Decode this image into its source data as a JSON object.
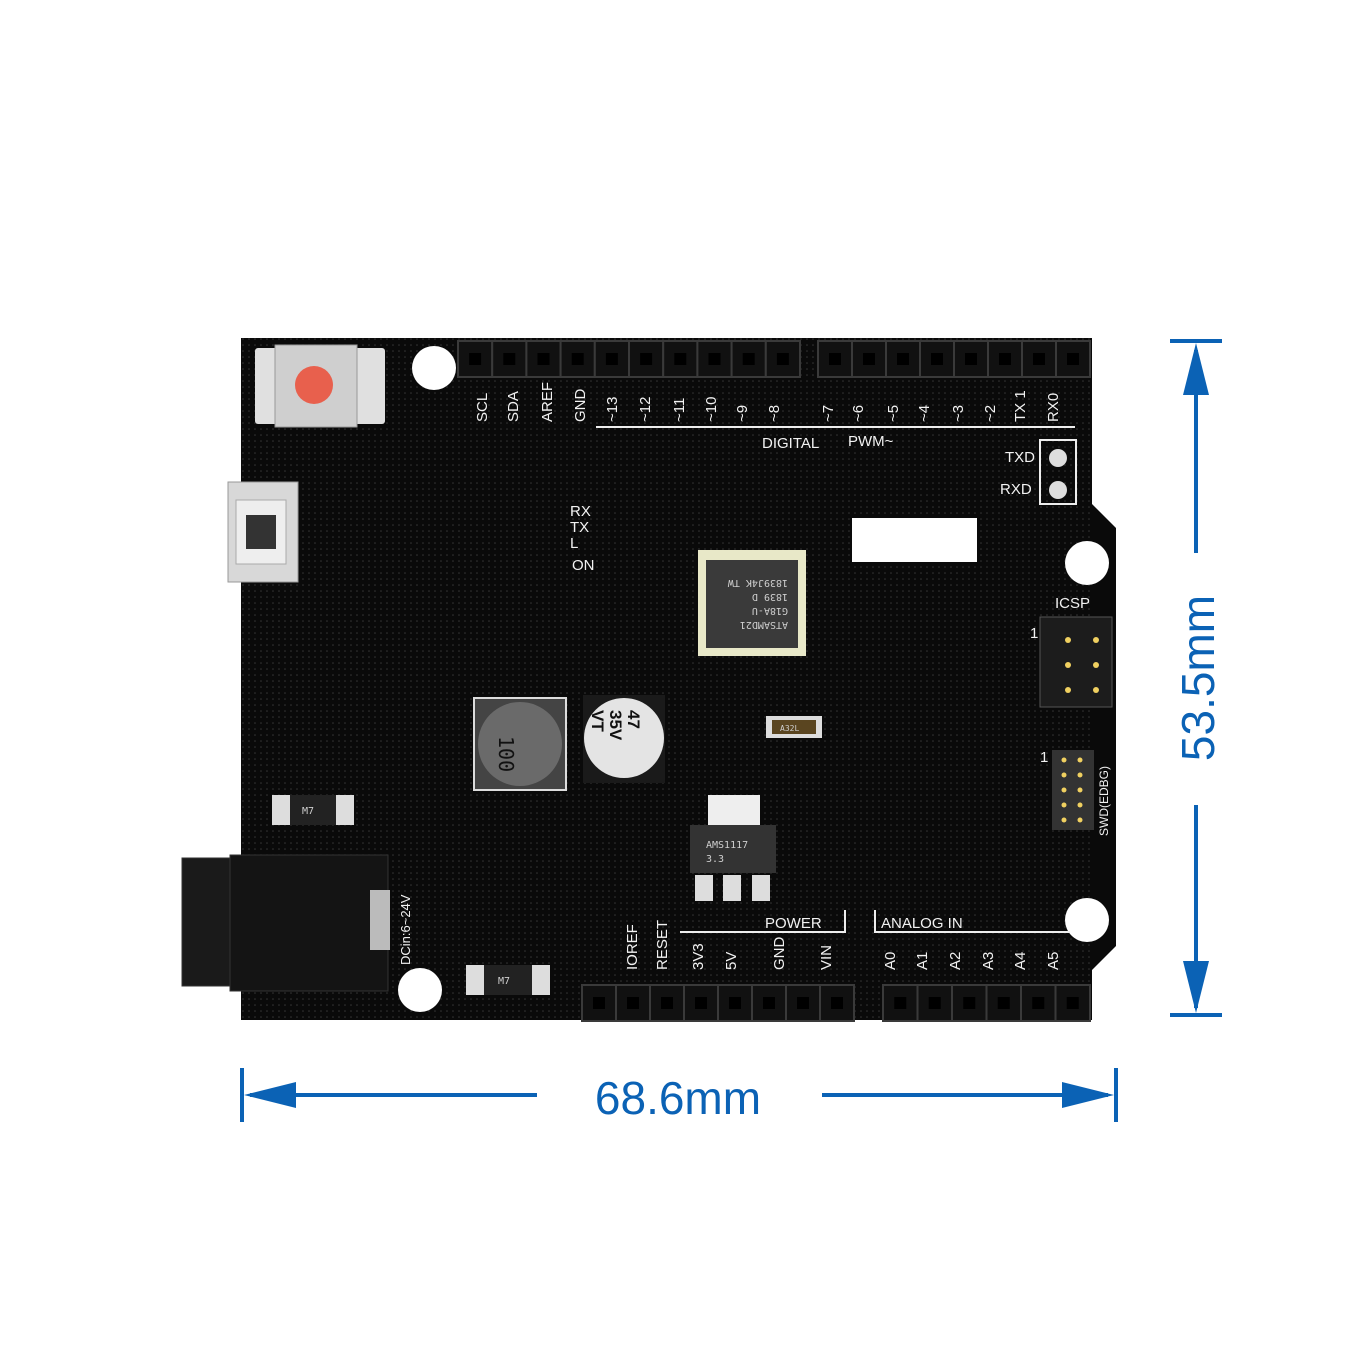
{
  "dimensions": {
    "width_label": "68.6mm",
    "height_label": "53.5mm",
    "accent_color": "#0b62b5"
  },
  "board": {
    "pcb_color": "#0a0a0a",
    "top_header_left": [
      "SCL",
      "SDA",
      "AREF",
      "GND",
      "~13",
      "~12",
      "~11",
      "~10",
      "~9",
      "~8"
    ],
    "top_header_right": [
      "~7",
      "~6",
      "~5",
      "~4",
      "~3",
      "~2",
      "TX 1",
      "RX0"
    ],
    "digital_label": "DIGITAL",
    "pwm_label": "PWM~",
    "txd_label": "TXD",
    "rxd_label": "RXD",
    "led_labels": [
      "RX",
      "TX",
      "L",
      "ON"
    ],
    "icsp_label": "ICSP",
    "icsp_pin1": "1",
    "swd_label": "SWD(EDBG)",
    "swd_pin1": "1",
    "power_label": "POWER",
    "analog_label": "ANALOG IN",
    "bottom_power_pins": [
      "IOREF",
      "RESET",
      "3V3",
      "5V",
      "GND",
      "VIN"
    ],
    "bottom_analog_pins": [
      "A0",
      "A1",
      "A2",
      "A3",
      "A4",
      "A5"
    ],
    "dc_label": "DCin:6~24V",
    "mcu_text": [
      "ATSAMD21",
      "G18A-U",
      "1839 D",
      "1839J4K TW"
    ],
    "inductor_text": "100",
    "capacitor_text": [
      "47",
      "35V",
      "VT"
    ],
    "regulator_text": [
      "AMS1117",
      "3.3"
    ],
    "diode_text": "M7",
    "crystal_text": "A32L"
  }
}
